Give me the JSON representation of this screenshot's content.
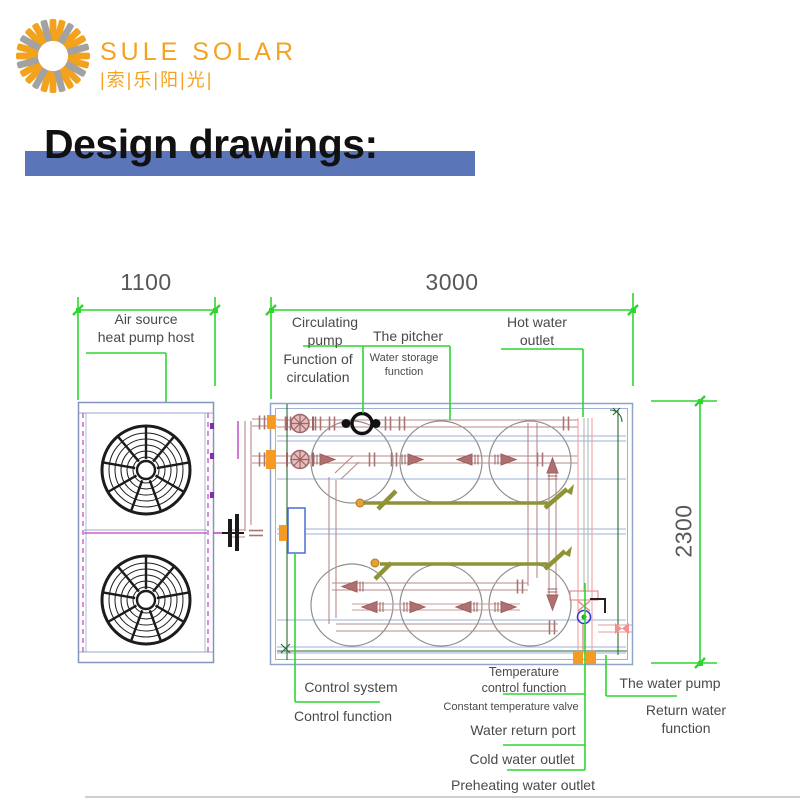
{
  "header": {
    "brand": "SULE SOLAR",
    "brand_cn": "|索|乐|阳|光|",
    "logo_colors": {
      "orange": "#f2a21c",
      "gray": "#a2a2a2"
    }
  },
  "heading": {
    "title": "Design drawings:",
    "bar_color": "#5a75b8"
  },
  "drawing": {
    "dimensions": {
      "heat_pump_width": "1100",
      "tank_width": "3000",
      "tank_height": "2300"
    },
    "labels": {
      "air_source": "Air source\nheat pump host",
      "circulating_pump": "Circulating\npump",
      "the_pitcher": "The pitcher",
      "hot_water_outlet": "Hot water\noutlet",
      "function_of_circulation": "Function of\ncirculation",
      "water_storage_function": "Water storage\nfunction",
      "control_system": "Control system",
      "control_function": "Control function",
      "temperature_control_function": "Temperature\ncontrol function",
      "constant_temperature_valve": "Constant temperature valve",
      "water_return_port": "Water return port",
      "cold_water_outlet": "Cold water outlet",
      "preheating_water_outlet": "Preheating water outlet",
      "the_water_pump": "The water pump",
      "return_water_function": "Return water function"
    },
    "colors": {
      "dimension_green": "#2ed52e",
      "dark_green": "#2a6a2e",
      "pipe_salmon": "#bb8888",
      "pipe_pink": "#f2a6a6",
      "olive_pipe": "#8f9336",
      "tank_outline": "#8f8f8f",
      "box_border": "#8ea5c9",
      "accent_orange": "#f59b23",
      "magenta": "#c040c8",
      "control_box_blue": "#4a6fd0"
    }
  }
}
